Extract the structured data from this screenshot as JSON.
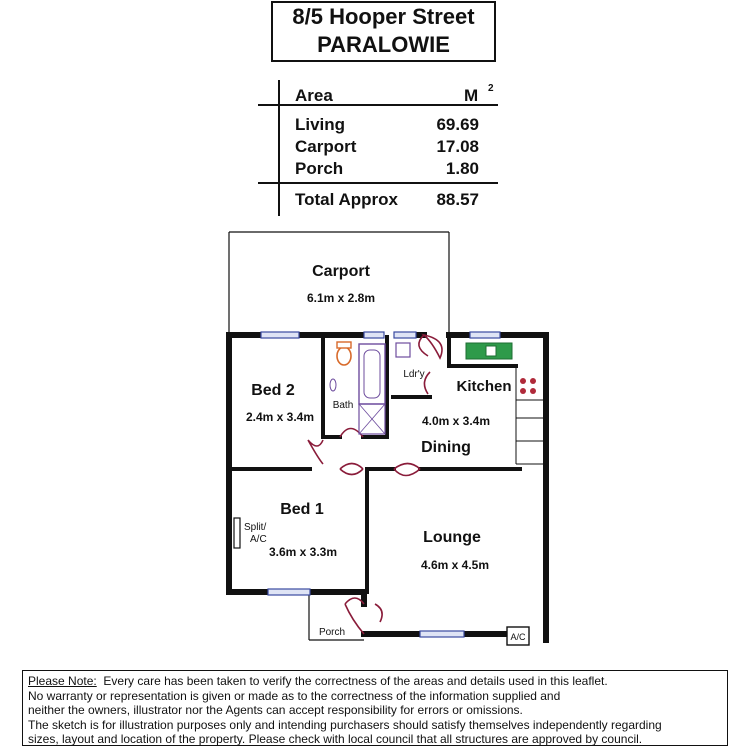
{
  "title": {
    "line1": "8/5 Hooper Street",
    "line2": "PARALOWIE"
  },
  "area_table": {
    "header_label": "Area",
    "header_unit": "M",
    "header_unit_sup": "2",
    "rows": [
      {
        "label": "Living",
        "value": "69.69"
      },
      {
        "label": "Carport",
        "value": "17.08"
      },
      {
        "label": "Porch",
        "value": "1.80"
      }
    ],
    "total": {
      "label": "Total Approx",
      "value": "88.57"
    }
  },
  "rooms": {
    "carport": {
      "name": "Carport",
      "size": "6.1m x 2.8m"
    },
    "bed2": {
      "name": "Bed 2",
      "size": "2.4m x 3.4m"
    },
    "bath": {
      "name": "Bath"
    },
    "laundry": {
      "name": "Ldr'y"
    },
    "kitchen": {
      "name": "Kitchen",
      "size": "4.0m x 3.4m"
    },
    "dining": {
      "name": "Dining"
    },
    "bed1": {
      "name": "Bed 1",
      "size": "3.6m x 3.3m"
    },
    "split_ac_line1": "Split/",
    "split_ac_line2": "A/C",
    "lounge": {
      "name": "Lounge",
      "size": "4.6m x 4.5m"
    },
    "porch": {
      "name": "Porch"
    },
    "ac": "A/C"
  },
  "note": {
    "heading": "Please Note:",
    "line1": "  Every care has been taken to verify the correctness of the areas and details used in this leaflet.",
    "line2": "No warranty or representation is given or made as to the correctness of the information supplied and",
    "line3": "neither the owners, illustrator nor the Agents can accept responsibility for errors or omissions.",
    "line4": "The sketch is for illustration purposes only and intending purchasers should satisfy themselves independently regarding",
    "line5": "sizes, layout and location of the property. Please check with local council that all structures are approved by council."
  },
  "colors": {
    "wall": "#111111",
    "door": "#8a1c3a",
    "window": "#3a4aa0",
    "fixture": "#6e4d9e",
    "toilet": "#d86a2a",
    "sink": "#2e9a4a",
    "stove": "#b02a3a"
  }
}
